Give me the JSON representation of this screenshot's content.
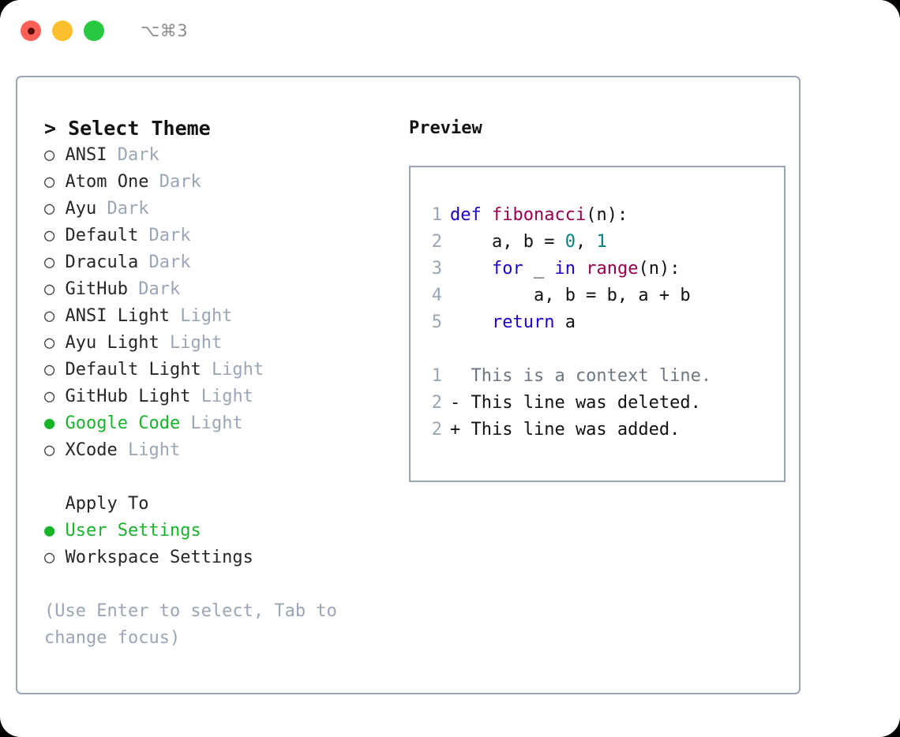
{
  "window": {
    "shortcut_hint": "⌥⌘3",
    "traffic_lights": [
      "close",
      "minimize",
      "maximize"
    ]
  },
  "colors": {
    "panel_border": "#9aa5b5",
    "selected_green": "#17b32b",
    "muted": "#9aa5b5",
    "keyword_blue": "#1a01cc",
    "function_magenta": "#99004d",
    "number_teal": "#008080",
    "diff_added": "#0bbd20",
    "diff_deleted": "#b81414",
    "diff_context": "#6e7781",
    "traffic_close": "#ff6058",
    "traffic_min": "#ffc02e",
    "traffic_max": "#28c840"
  },
  "theme_section": {
    "prompt": ">",
    "title": "Select Theme",
    "bullet_selected": "●",
    "bullet_unselected": "○",
    "items": [
      {
        "label": "ANSI",
        "variant": "Dark",
        "selected": false
      },
      {
        "label": "Atom One",
        "variant": "Dark",
        "selected": false
      },
      {
        "label": "Ayu",
        "variant": "Dark",
        "selected": false
      },
      {
        "label": "Default",
        "variant": "Dark",
        "selected": false
      },
      {
        "label": "Dracula",
        "variant": "Dark",
        "selected": false
      },
      {
        "label": "GitHub",
        "variant": "Dark",
        "selected": false
      },
      {
        "label": "ANSI Light",
        "variant": "Light",
        "selected": false
      },
      {
        "label": "Ayu Light",
        "variant": "Light",
        "selected": false
      },
      {
        "label": "Default Light",
        "variant": "Light",
        "selected": false
      },
      {
        "label": "GitHub Light",
        "variant": "Light",
        "selected": false
      },
      {
        "label": "Google Code",
        "variant": "Light",
        "selected": true
      },
      {
        "label": "XCode",
        "variant": "Light",
        "selected": false
      }
    ]
  },
  "apply_section": {
    "title": "Apply To",
    "items": [
      {
        "label": "User Settings",
        "selected": true
      },
      {
        "label": "Workspace Settings",
        "selected": false
      }
    ]
  },
  "hint": "(Use Enter to select, Tab to change focus)",
  "preview": {
    "title": "Preview",
    "code_lines": [
      {
        "no": "1",
        "tokens": [
          {
            "t": "def ",
            "c": "kw"
          },
          {
            "t": "fibonacci",
            "c": "fn"
          },
          {
            "t": "(n):",
            "c": "txt"
          }
        ]
      },
      {
        "no": "2",
        "tokens": [
          {
            "t": "    a, b = ",
            "c": "txt"
          },
          {
            "t": "0",
            "c": "num"
          },
          {
            "t": ", ",
            "c": "txt"
          },
          {
            "t": "1",
            "c": "num"
          }
        ]
      },
      {
        "no": "3",
        "tokens": [
          {
            "t": "    ",
            "c": "txt"
          },
          {
            "t": "for",
            "c": "kw"
          },
          {
            "t": " _ ",
            "c": "txt"
          },
          {
            "t": "in",
            "c": "kw"
          },
          {
            "t": " ",
            "c": "txt"
          },
          {
            "t": "range",
            "c": "fn"
          },
          {
            "t": "(n):",
            "c": "txt"
          }
        ]
      },
      {
        "no": "4",
        "tokens": [
          {
            "t": "        a, b = b, a + b",
            "c": "txt"
          }
        ]
      },
      {
        "no": "5",
        "tokens": [
          {
            "t": "    ",
            "c": "txt"
          },
          {
            "t": "return",
            "c": "kw"
          },
          {
            "t": " a",
            "c": "txt"
          }
        ]
      }
    ],
    "diff_lines": [
      {
        "no": "1",
        "marker": "  ",
        "text": "This is a context line.",
        "kind": "context"
      },
      {
        "no": "2",
        "marker": "- ",
        "text": "This line was deleted.",
        "kind": "deleted"
      },
      {
        "no": "2",
        "marker": "+ ",
        "text": "This line was added.",
        "kind": "added"
      }
    ]
  }
}
